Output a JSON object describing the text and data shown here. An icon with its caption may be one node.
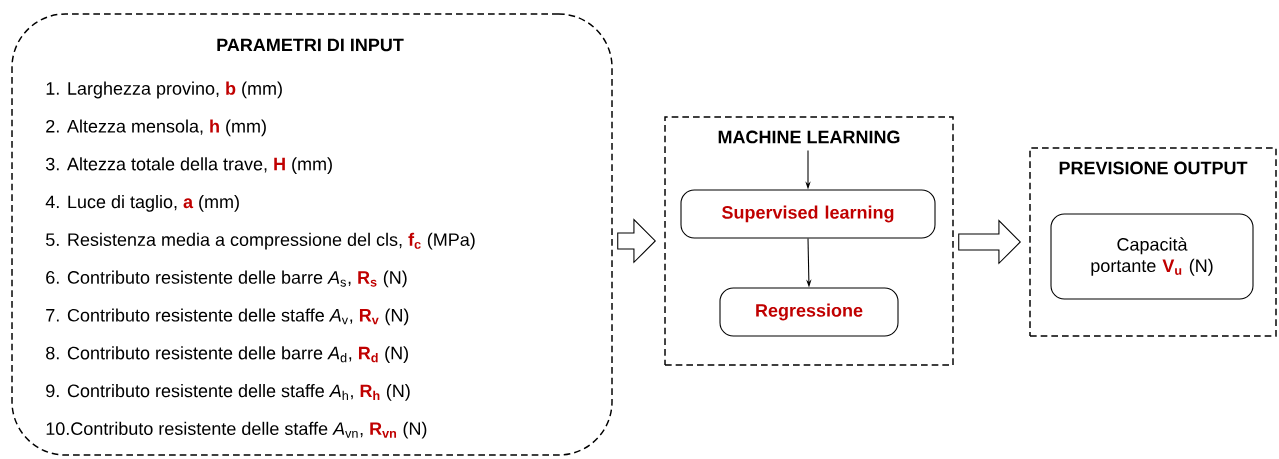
{
  "diagram": {
    "nodes": [
      {
        "text": [
          "PARAMETRI DI INPUT",
          "1. Larghezza provino, **b** (mm)",
          "2. Altezza mensola, **h** (mm)",
          "3. Altezza totale della trave, **H** (mm)",
          "4. Luce di taglio, **a** (mm)",
          "5. Resistenza media a compressione del cls, **f$_{c}$** (MPa)",
          "6. Contributo resistente delle barre *A*$_{s}$, **R$_{s}$** (N)",
          "7. Contributo resistente delle staffe *A*$_{v}$, **R$_{v}$** (N)",
          "8. Contributo resistente delle barre *A*$_{d}$, **R$_{d}$** (N)",
          "9. Contributo resistente delle staffe *A*$_{h}$, **R$_{h}$** (N)",
          "10.Contributo resistente delle staffe *A*$_{vn}$, **R$_{vn}$** (N)"
        ]
      },
      {
        "text": [
          "MACHINE LEARNING"
        ]
      },
      {
        "text": [
          "Supervised learning"
        ],
        "in": 1
      },
      {
        "text": [
          "Regressione"
        ],
        "in": 1
      },
      {
        "text": [
          "PREVISIONE OUTPUT"
        ]
      },
      {
        "text": [
          "Capacità portante **V$_{u}$** (N)"
        ],
        "in": 4
      }
    ],
    "edges": [
      {
        "from": 0,
        "to": 1,
        "arrow": "to"
      },
      {
        "from": 1,
        "to": 4,
        "arrow": "to"
      },
      {
        "from": null,
        "to": 2,
        "arrow": "to"
      },
      {
        "from": 2,
        "to": 3,
        "arrow": "to"
      }
    ]
  }
}
